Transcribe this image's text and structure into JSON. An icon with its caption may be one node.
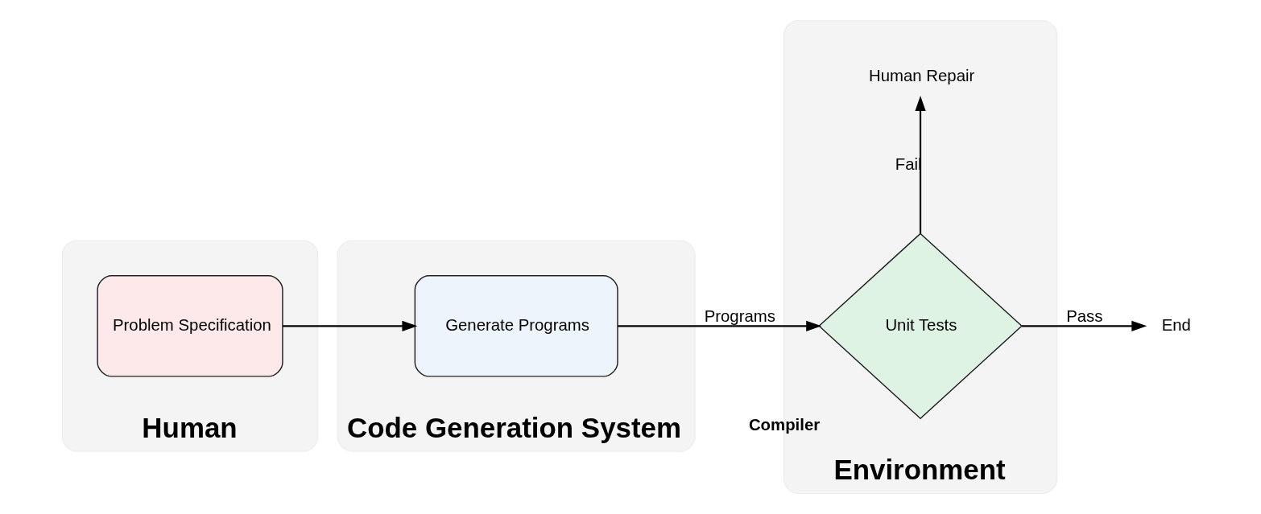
{
  "diagram": {
    "nodes": [
      {
        "text": [
          "Human"
        ]
      },
      {
        "text": [
          "Problem Specification"
        ],
        "in": 0
      },
      {
        "text": [
          "Code Generation System"
        ]
      },
      {
        "text": [
          "Generate Programs"
        ],
        "in": 2
      },
      {
        "text": [
          "Environment"
        ]
      },
      {
        "text": [
          "Unit Tests"
        ],
        "beside": [
          "Compiler"
        ],
        "in": 4
      },
      {
        "text": [
          "End"
        ]
      },
      {
        "text": [
          "Human Repair"
        ],
        "in": 4
      }
    ],
    "edges": [
      {
        "from": 1,
        "to": 3,
        "arrow": "to"
      },
      {
        "from": 3,
        "to": 5,
        "arrow": "to",
        "label": "Programs"
      },
      {
        "from": 5,
        "to": 6,
        "arrow": "to",
        "label": "Pass"
      },
      {
        "from": 5,
        "to": 7,
        "arrow": "to",
        "label": "Fail"
      }
    ]
  }
}
